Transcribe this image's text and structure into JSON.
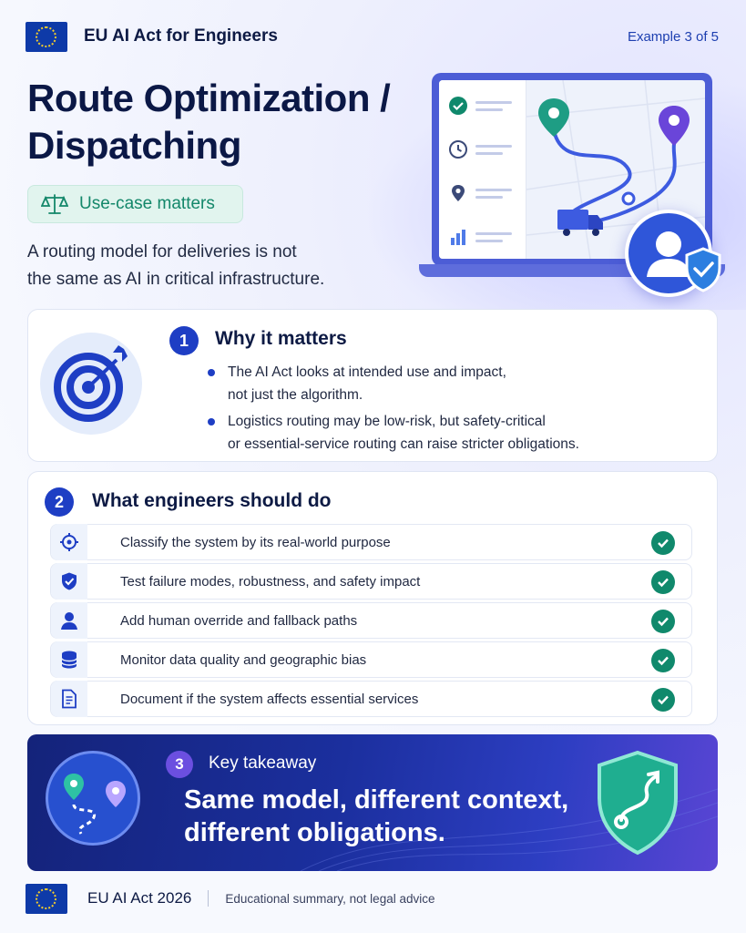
{
  "header": {
    "brand": "EU AI Act for Engineers",
    "example": "Example 3 of 5"
  },
  "title": {
    "line1": "Route Optimization /",
    "line2": "Dispatching"
  },
  "badge": "Use-case matters",
  "lead": {
    "line1": "A routing model for deliveries is not",
    "line2": "the same as AI in critical infrastructure."
  },
  "why": {
    "number": "1",
    "heading": "Why it matters",
    "bullets": [
      {
        "line1": "The AI Act looks at intended use and impact,",
        "line2": "not just the algorithm."
      },
      {
        "line1": "Logistics routing may be low-risk, but safety-critical",
        "line2": "or essential-service routing can raise stricter obligations."
      }
    ]
  },
  "actions": {
    "number": "2",
    "heading": "What engineers should do",
    "items": [
      {
        "icon": "crosshair-icon",
        "label": "Classify the system by its real-world purpose"
      },
      {
        "icon": "shield-icon",
        "label": "Test failure modes, robustness, and safety impact"
      },
      {
        "icon": "person-icon",
        "label": "Add human override and fallback paths"
      },
      {
        "icon": "database-icon",
        "label": "Monitor data quality and geographic bias"
      },
      {
        "icon": "document-icon",
        "label": "Document if the system affects essential services"
      }
    ]
  },
  "takeaway": {
    "number": "3",
    "label": "Key takeaway",
    "line1": "Same model, different context,",
    "line2": "different obligations."
  },
  "footer": {
    "left": "EU AI Act 2026",
    "right": "Educational summary, not legal advice"
  },
  "colors": {
    "navy": "#0d1a44",
    "accent_blue": "#1e3ec4",
    "green": "#10896c",
    "badge_bg": "#e1f4ee"
  }
}
